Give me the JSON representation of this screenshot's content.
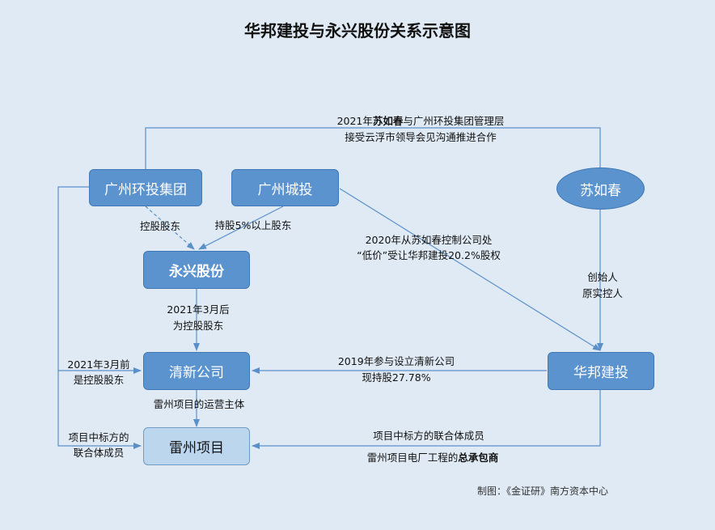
{
  "title": "华邦建投与永兴股份关系示意图",
  "nodes": {
    "gz_env": "广州环投集团",
    "gz_city": "广州城投",
    "su": "苏如春",
    "yongxing": "永兴股份",
    "qingxin": "清新公司",
    "huabang": "华邦建投",
    "leizhou": "雷州项目"
  },
  "labels": {
    "top_line1_a": "2021年",
    "top_line1_b": "苏如春",
    "top_line1_c": "与广州环投集团管理层",
    "top_line2": "接受云浮市领导会见沟通推进合作",
    "controlling": "控股股东",
    "holding5": "持股5%以上股东",
    "transfer_line1": "2020年从苏如春控制公司处",
    "transfer_line2": "“低价”受让华邦建投20.2%股权",
    "founder_line1": "创始人",
    "founder_line2": "原实控人",
    "after2021_line1": "2021年3月后",
    "after2021_line2": "为控股股东",
    "before2021_line1": "2021年3月前",
    "before2021_line2": "是控股股东",
    "y2019_line1": "2019年参与设立清新公司",
    "y2019_line2": "现持股27.78%",
    "operator": "雷州项目的运营主体",
    "consortium_left_line1": "项目中标方的",
    "consortium_left_line2": "联合体成员",
    "consortium_right_line1": "项目中标方的联合体成员",
    "epc_a": "雷州项目电厂工程的",
    "epc_b": "总承包商"
  },
  "credit": "制图：《金证研》南方资本中心"
}
